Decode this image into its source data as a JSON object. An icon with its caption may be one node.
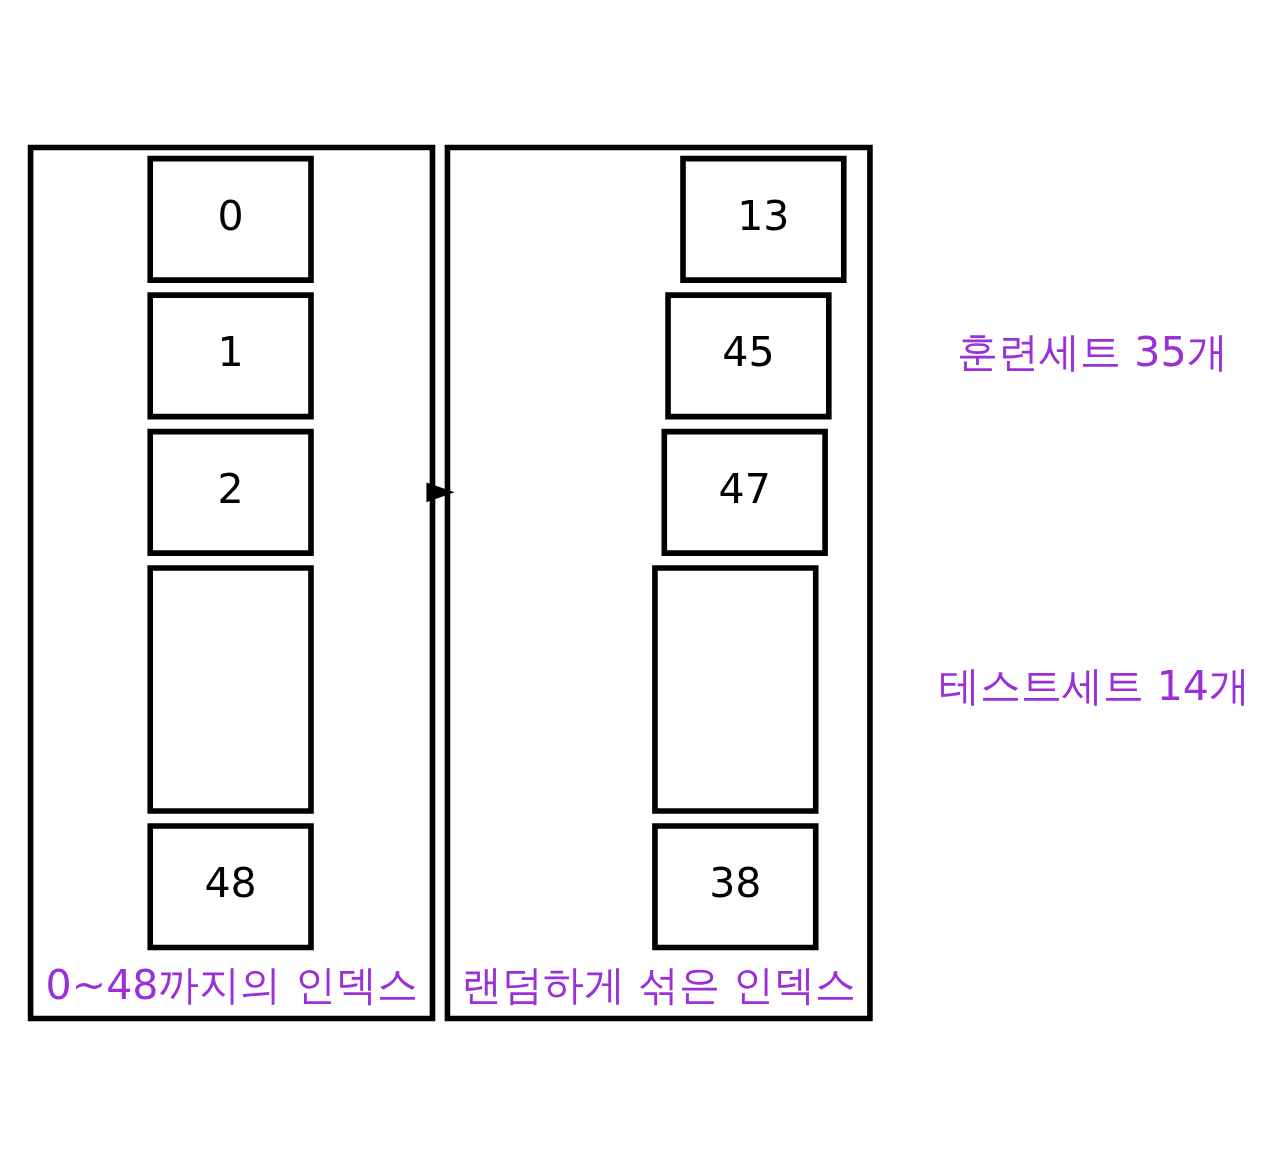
{
  "diagram": {
    "nodes": [
      {
        "text": [
          "0~48까지의 인덱스"
        ]
      },
      {
        "text": [
          "0"
        ],
        "in": 0
      },
      {
        "text": [
          "1"
        ],
        "in": 0
      },
      {
        "text": [
          "2"
        ],
        "in": 0
      },
      {
        "text": [],
        "shape": "box",
        "in": 0
      },
      {
        "text": [
          "48"
        ],
        "in": 0
      },
      {
        "text": [
          "랜덤하게 섞은 인덱스"
        ]
      },
      {
        "text": [
          "13"
        ],
        "in": 6
      },
      {
        "text": [
          "45"
        ],
        "in": 6
      },
      {
        "text": [
          "47"
        ],
        "in": 6
      },
      {
        "text": [],
        "shape": "box",
        "in": 6
      },
      {
        "text": [
          "38"
        ],
        "in": 6
      }
    ],
    "edges": [
      {
        "from": 0,
        "to": 6,
        "arrow": "to"
      }
    ],
    "labels": [
      "훈련세트 35개",
      "테스트세트 14개"
    ]
  }
}
